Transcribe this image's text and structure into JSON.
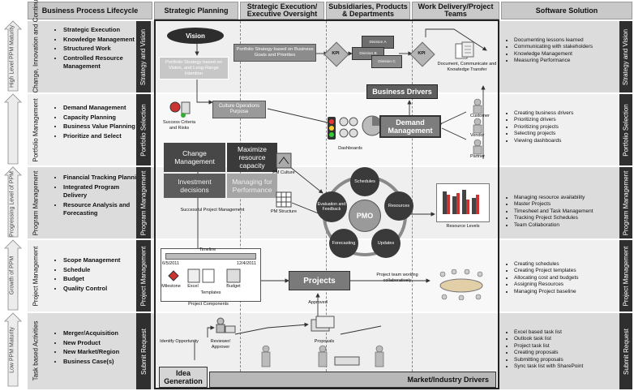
{
  "headers": {
    "lifecycle": "Business Process Lifecycle",
    "strategic": "Strategic Planning",
    "execution": "Strategic Execution/ Executive Oversight",
    "subsidiaries": "Subsidiaries, Products & Departments",
    "work_delivery": "Work Delivery/Project Teams",
    "software": "Software Solution"
  },
  "level_arrows": {
    "high": "High Level PPM Maturity",
    "progress": "Progressing Level of PPM",
    "growth": "Growth of PPM",
    "low": "Low PPM Maturity"
  },
  "rows": [
    {
      "label": "Change, Innovation and Continuity",
      "bullets": [
        "Strategic Execution",
        "Knowledge Management",
        "Structured Work",
        "Controlled Resource Management"
      ],
      "stage": "Strategy and Vision",
      "software": [
        "Documenting lessons learned",
        "Communicating with stakeholders",
        "Knowledge Management",
        "Measuring Performance"
      ],
      "right_label": "Strategy and Vision"
    },
    {
      "label": "Portfolio Management",
      "bullets": [
        "Demand Management",
        "Capacity Planning",
        "Business Value Planning",
        "Prioritize and Select"
      ],
      "stage": "Portfolio Selection",
      "software": [
        "Creating business drivers",
        "Prioritizing drivers",
        "Prioritizing projects",
        "Selecting projects",
        "Viewing dashboards"
      ],
      "right_label": "Portfolio Selection"
    },
    {
      "label": "Program Management",
      "bullets": [
        "Financial Tracking Planning",
        "Integrated Program Delivery",
        "Resource Analysis and Forecasting"
      ],
      "stage": "Program Management",
      "software": [
        "Managing resource availability",
        "Master Projects",
        "Timesheet and Task Management",
        "Tracking Project Schedules",
        "Team Collaboration"
      ],
      "right_label": "Program Management"
    },
    {
      "label": "Project Management",
      "bullets": [
        "Scope Management",
        "Schedule",
        "Budget",
        "Quality Control"
      ],
      "stage": "Project Management",
      "software": [
        "Creating schedules",
        "Creating Project templates",
        "Allocating cost and budgets",
        "Assigning Resources",
        "Managing Project baseline"
      ],
      "right_label": "Project Management"
    },
    {
      "label": "Task based Activities",
      "bullets": [
        "Merger/Acquisition",
        "New Product",
        "New Market/Region",
        "Business Case(s)"
      ],
      "stage": "Submit Request",
      "software": [
        "Excel based task list",
        "Outlook task list",
        "Project task list",
        "Creating proposals",
        "Submitting proposals",
        "Sync task list with SharePoint"
      ],
      "right_label": "Submit Request"
    }
  ],
  "diagram": {
    "vision": "Vision",
    "portfolio_strategy": "Portfolio Strategy based on Vision, and Long-Range Intention",
    "portfolio_goals": "Portfolio Strategy based on Business Goals and Priorities",
    "kpi1": "KPI",
    "kpi2": "KPI",
    "division_a": "Division A",
    "division_b": "Division B",
    "division_c": "Division C",
    "doc_comm": "Document, Communicate and Knowledge Transfer",
    "business_drivers": "Business Drivers",
    "success_criteria": "Success Criteria and Risks",
    "culture": "Culture Operations Purpose",
    "dashboards": "Dashboards",
    "demand_mgmt": "Demand Management",
    "customer": "Customer",
    "vendor": "Vendor",
    "partner": "Partner",
    "change_mgmt": "Change Management",
    "maximize": "Maximize resource capacity",
    "investment": "Investment decisions",
    "managing_perf": "Managing for Performance",
    "pm_culture": "PM Culture",
    "pm_structure": "PM Structure",
    "successful_pm": "Successful Project Management",
    "schedules": "Schedules",
    "resources": "Resources",
    "updates": "Updates",
    "forecasting": "Forecasting",
    "evaluation": "Evaluation and Feedback",
    "pmo": "PMO",
    "resource_levels": "Resource Levels",
    "timeline": "Timeline",
    "date1": "6/5/2011",
    "date2": "12/4/2011",
    "milestone": "Milestone",
    "excel": "Excel",
    "templates": "Templates",
    "budget": "Budget",
    "project_components": "Project Components",
    "projects": "Projects",
    "team_working": "Project team working collaboratively",
    "approved": "Approved",
    "identify_opp": "Identify Opportunity",
    "reviewer": "Reviewer/ Approver",
    "proposals": "Proposals",
    "idea_generation": "Idea Generation",
    "market_drivers": "Market/Industry Drivers"
  }
}
